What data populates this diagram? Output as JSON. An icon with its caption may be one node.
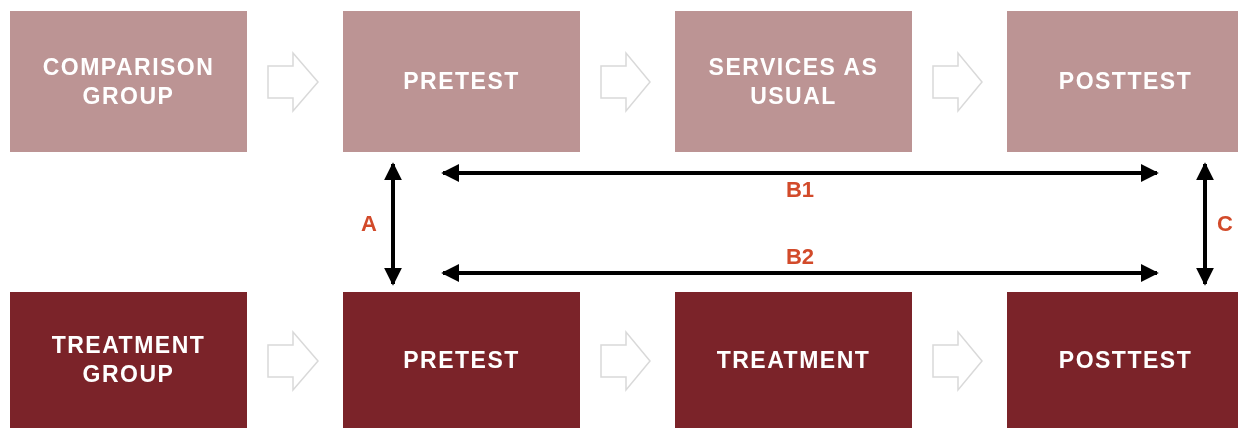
{
  "diagram": {
    "nodes": [
      {
        "text": [
          "COMPARISON GROUP"
        ]
      },
      {
        "text": [
          "PRETEST"
        ]
      },
      {
        "text": [
          "SERVICES AS USUAL"
        ]
      },
      {
        "text": [
          "POSTTEST"
        ]
      },
      {
        "text": [
          "TREATMENT GROUP"
        ]
      },
      {
        "text": [
          "PRETEST"
        ]
      },
      {
        "text": [
          "TREATMENT"
        ]
      },
      {
        "text": [
          "POSTTEST"
        ]
      }
    ],
    "edges": [
      {
        "from": 0,
        "to": 1,
        "arrow": "to",
        "style": "thick",
        "color": "#d9d9d9"
      },
      {
        "from": 1,
        "to": 2,
        "arrow": "to",
        "style": "thick",
        "color": "#d9d9d9"
      },
      {
        "from": 2,
        "to": 3,
        "arrow": "to",
        "style": "thick",
        "color": "#d9d9d9"
      },
      {
        "from": 4,
        "to": 5,
        "arrow": "to",
        "style": "thick",
        "color": "#d9d9d9"
      },
      {
        "from": 5,
        "to": 6,
        "arrow": "to",
        "style": "thick",
        "color": "#d9d9d9"
      },
      {
        "from": 6,
        "to": 7,
        "arrow": "to",
        "style": "thick",
        "color": "#d9d9d9"
      },
      {
        "from": 1,
        "to": 5,
        "arrow": "both",
        "label": "A"
      },
      {
        "from": 1,
        "to": 3,
        "arrow": "both",
        "label": "B1"
      },
      {
        "from": 5,
        "to": 7,
        "arrow": "both",
        "label": "B2"
      },
      {
        "from": 3,
        "to": 7,
        "arrow": "both",
        "label": "C"
      }
    ]
  }
}
